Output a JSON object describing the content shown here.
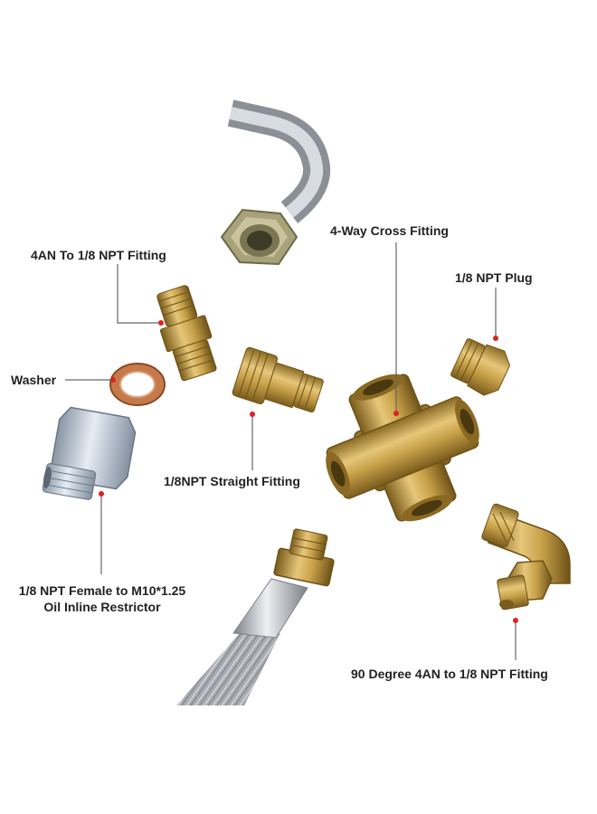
{
  "labels": {
    "an_to_npt": "4AN To 1/8 NPT Fitting",
    "cross": "4-Way Cross Fitting",
    "plug": "1/8 NPT Plug",
    "washer": "Washer",
    "straight": "1/8NPT Straight Fitting",
    "restrictor_line1": "1/8 NPT Female to M10*1.25",
    "restrictor_line2": "Oil Inline Restrictor",
    "elbow": "90 Degree 4AN to 1/8 NPT Fitting"
  },
  "colors": {
    "brass": "#c9a24a",
    "brass_dark": "#8a6a22",
    "steel": "#b8bcc2",
    "zinc": "#b9c6d3",
    "copper": "#c47a4a",
    "leader": "#666666",
    "dot": "#e02020"
  }
}
